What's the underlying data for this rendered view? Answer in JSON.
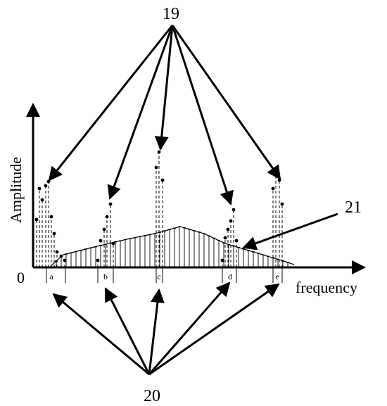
{
  "figure": {
    "y_axis_label": "Amplitude",
    "x_axis_label": "frequency",
    "origin_label": "0",
    "ref_peaks": "19",
    "ref_bands": "20",
    "ref_envelope": "21",
    "bands": [
      {
        "id": "a",
        "label": "a"
      },
      {
        "id": "b",
        "label": "b"
      },
      {
        "id": "c",
        "label": "c"
      },
      {
        "id": "d",
        "label": "d"
      },
      {
        "id": "e",
        "label": "e"
      }
    ]
  }
}
